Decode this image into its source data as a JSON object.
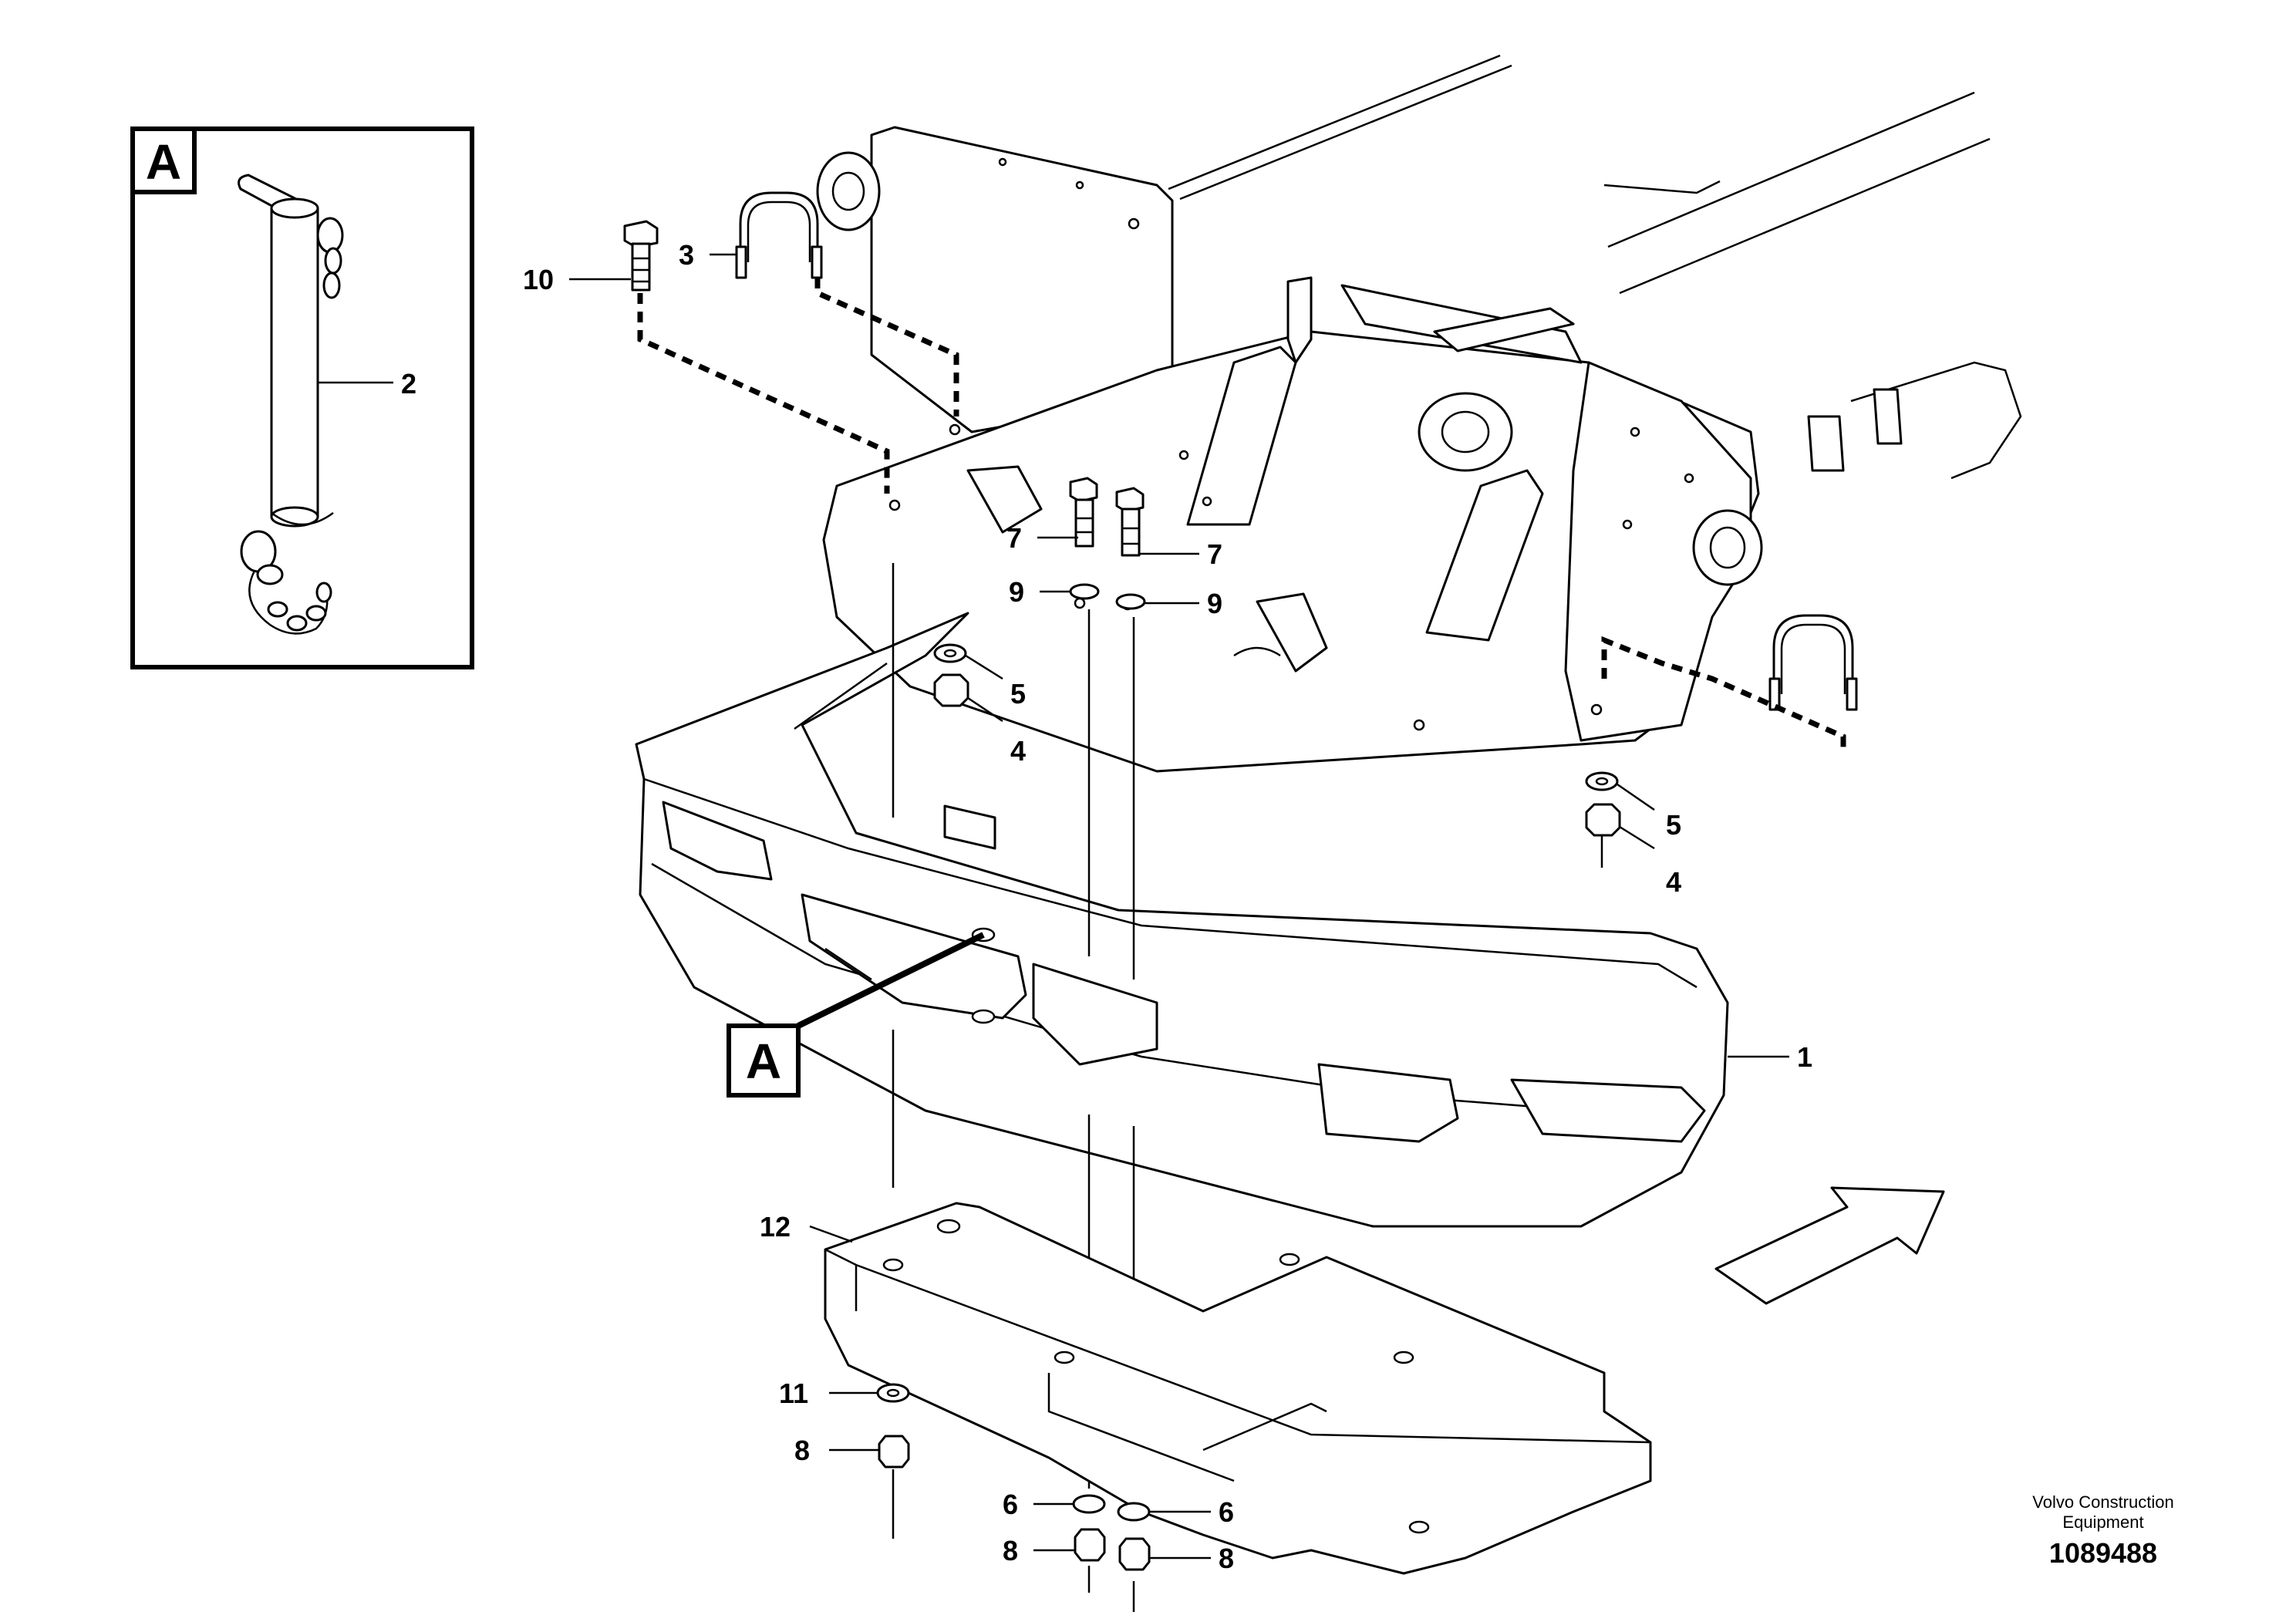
{
  "detail_label": "A",
  "callouts": {
    "c1": "1",
    "c2": "2",
    "c3": "3",
    "c4a": "4",
    "c4b": "4",
    "c5a": "5",
    "c5b": "5",
    "c6a": "6",
    "c6b": "6",
    "c7a": "7",
    "c7b": "7",
    "c8a": "8",
    "c8b": "8",
    "c8c": "8",
    "c9a": "9",
    "c9b": "9",
    "c10": "10",
    "c11": "11",
    "c12": "12"
  },
  "footer": {
    "line1": "Volvo Construction",
    "line2": "Equipment",
    "number": "1089488"
  },
  "colors": {
    "line": "#000000",
    "background": "#ffffff"
  }
}
